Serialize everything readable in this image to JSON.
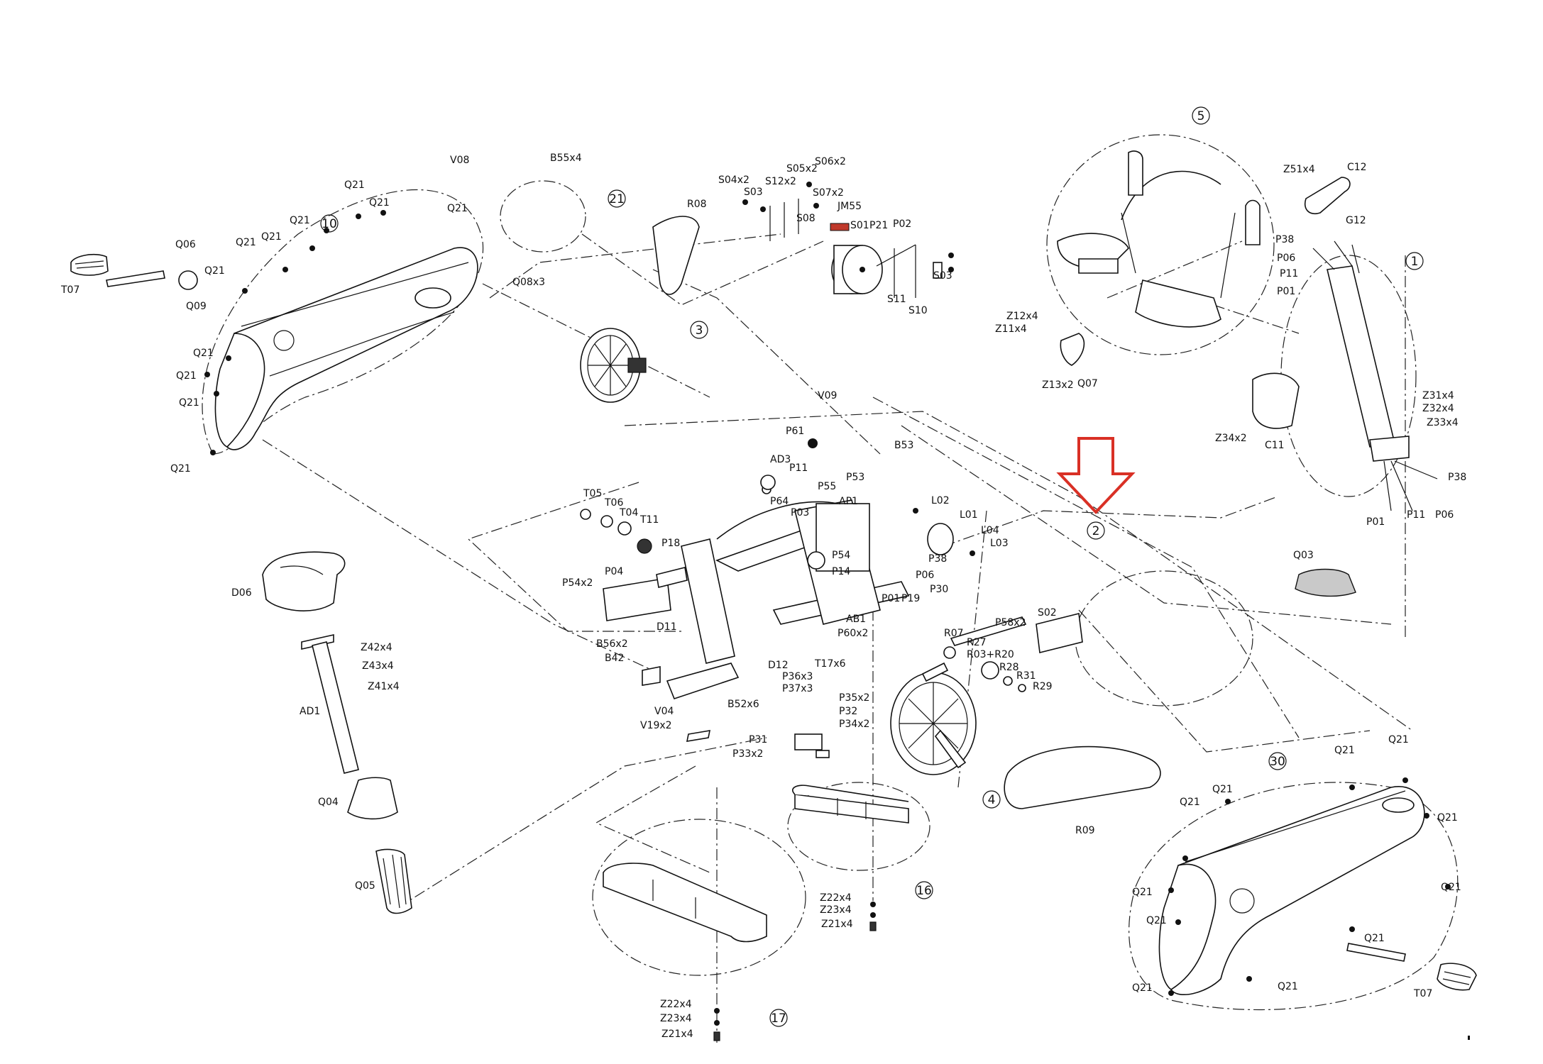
{
  "labels": {
    "t07_left": "T07",
    "q06": "Q06",
    "q21_a": "Q21",
    "q21_b": "Q21",
    "q21_c": "Q21",
    "q21_d": "Q21",
    "q21_e": "Q21",
    "q21_f": "Q21",
    "q21_g": "Q21",
    "q21_h": "Q21",
    "q21_i": "Q21",
    "q21_j": "Q21",
    "q09": "Q09",
    "v08": "V08",
    "b55x4": "B55x4",
    "q08x3": "Q08x3",
    "r08": "R08",
    "s04x2": "S04x2",
    "s03_a": "S03",
    "s12x2": "S12x2",
    "s05x2": "S05x2",
    "s06x2": "S06x2",
    "s07x2": "S07x2",
    "s08": "S08",
    "jm55": "JM55",
    "s01": "S01",
    "p21": "P21",
    "p02": "P02",
    "s11": "S11",
    "s03_b": "S03",
    "s10": "S10",
    "z51x4": "Z51x4",
    "c12": "C12",
    "g12": "G12",
    "p38_a": "P38",
    "p06_a": "P06",
    "p11_a": "P11",
    "p01_a": "P01",
    "z12x4": "Z12x4",
    "z11x4": "Z11x4",
    "z13x2": "Z13x2",
    "q07": "Q07",
    "z31x4": "Z31x4",
    "z32x4": "Z32x4",
    "z33x4": "Z33x4",
    "z34x2": "Z34x2",
    "c11": "C11",
    "p38_b": "P38",
    "p01_b": "P01",
    "p11_b": "P11",
    "p06_b": "P06",
    "q03": "Q03",
    "v09": "V09",
    "p61": "P61",
    "b53": "B53",
    "ad3": "AD3",
    "p11_c": "P11",
    "p53": "P53",
    "p55": "P55",
    "p64": "P64",
    "ap1": "AP1",
    "p03": "P03",
    "l02": "L02",
    "l01": "L01",
    "l04": "L04",
    "l03": "L03",
    "t05": "T05",
    "t06": "T06",
    "t04": "T04",
    "t11": "T11",
    "p18": "P18",
    "p54": "P54",
    "p14": "P14",
    "p38_c": "P38",
    "p06_c": "P06",
    "p01_c": "P01",
    "p19": "P19",
    "p30": "P30",
    "s02": "S02",
    "p54x2": "P54x2",
    "p04": "P04",
    "d11": "D11",
    "ab1": "AB1",
    "p60x2": "P60x2",
    "p58x2": "P58x2",
    "r07": "R07",
    "r27": "R27",
    "r03r20": "R03+R20",
    "r28": "R28",
    "r31": "R31",
    "r29": "R29",
    "d06": "D06",
    "z42x4": "Z42x4",
    "z43x4": "Z43x4",
    "z41x4": "Z41x4",
    "ad1": "AD1",
    "b56x2": "B56x2",
    "b42": "B42",
    "t17x6": "T17x6",
    "d12": "D12",
    "p36x3": "P36x3",
    "p37x3": "P37x3",
    "b52x6": "B52x6",
    "p35x2": "P35x2",
    "p32": "P32",
    "p34x2": "P34x2",
    "v04": "V04",
    "v19x2": "V19x2",
    "p31": "P31",
    "p33x2": "P33x2",
    "q04": "Q04",
    "q05": "Q05",
    "r09": "R09",
    "z22x4_a": "Z22x4",
    "z23x4_a": "Z23x4",
    "z21x4_a": "Z21x4",
    "z22x4_b": "Z22x4",
    "z23x4_b": "Z23x4",
    "z21x4_b": "Z21x4",
    "q21_r1": "Q21",
    "q21_r2": "Q21",
    "q21_r3": "Q21",
    "q21_r4": "Q21",
    "q21_r5": "Q21",
    "q21_r6": "Q21",
    "q21_r7": "Q21",
    "q21_r8": "Q21",
    "q21_r9": "Q21",
    "q21_r10": "Q21",
    "t07_right": "T07"
  },
  "callouts": {
    "c1": "1",
    "c2": "2",
    "c3": "3",
    "c4": "4",
    "c5": "5",
    "c10": "10",
    "c16": "16",
    "c17": "17",
    "c21": "21",
    "c30": "30"
  },
  "colors": {
    "ink": "#111111",
    "highlight_arrow": "#d93025",
    "jm55_tag": "#c0392b"
  }
}
